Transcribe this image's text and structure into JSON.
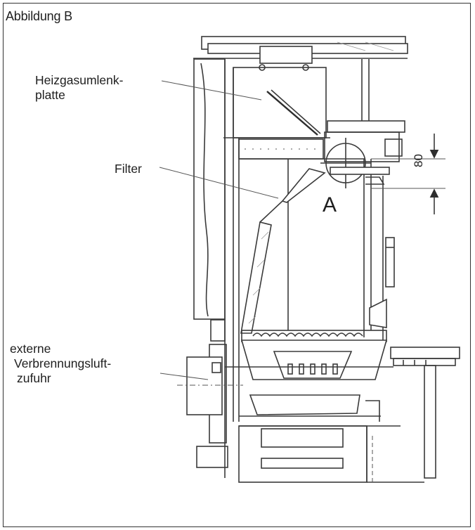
{
  "figure": {
    "title": "Abbildung B"
  },
  "labels": {
    "heizgas_line1": "Heizgasumlenk-",
    "heizgas_line2": "platte",
    "filter": "Filter",
    "extern_line1": "externe",
    "extern_line2": "Verbrennungsluft-",
    "extern_line3": "zufuhr"
  },
  "marker": {
    "detail": "A"
  },
  "dimension": {
    "value": "80"
  }
}
